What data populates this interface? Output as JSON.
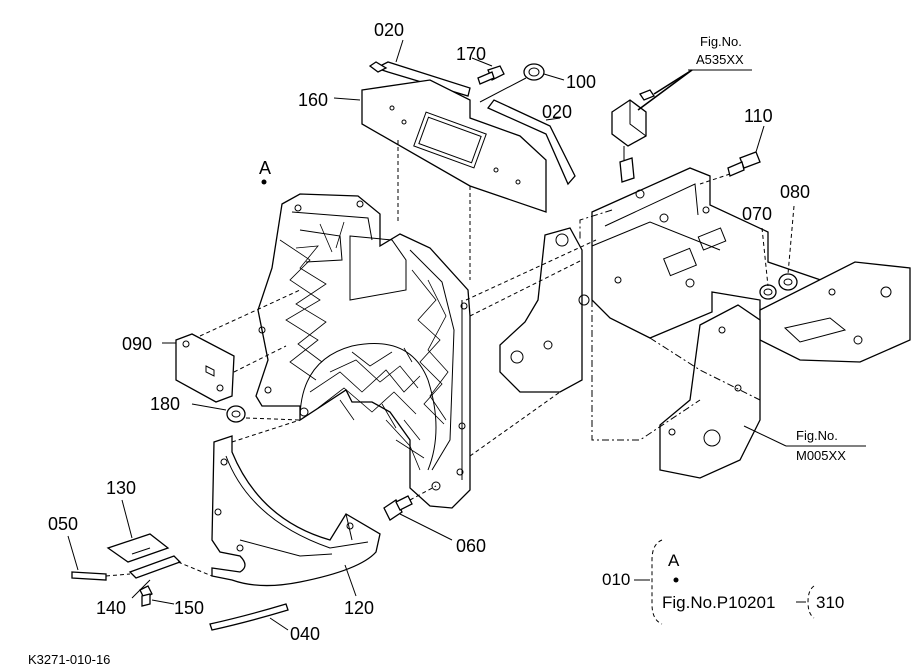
{
  "drawing_code": "K3271-010-16",
  "part_labels": [
    {
      "id": "020a",
      "text": "020"
    },
    {
      "id": "170",
      "text": "170"
    },
    {
      "id": "100",
      "text": "100"
    },
    {
      "id": "160",
      "text": "160"
    },
    {
      "id": "020b",
      "text": "020"
    },
    {
      "id": "110",
      "text": "110"
    },
    {
      "id": "080",
      "text": "080"
    },
    {
      "id": "070",
      "text": "070"
    },
    {
      "id": "090",
      "text": "090"
    },
    {
      "id": "180",
      "text": "180"
    },
    {
      "id": "130",
      "text": "130"
    },
    {
      "id": "050",
      "text": "050"
    },
    {
      "id": "060",
      "text": "060"
    },
    {
      "id": "140",
      "text": "140"
    },
    {
      "id": "150",
      "text": "150"
    },
    {
      "id": "120",
      "text": "120"
    },
    {
      "id": "040",
      "text": "040"
    }
  ],
  "point_marker": "A",
  "fig_refs": {
    "a535": {
      "line1": "Fig.No.",
      "line2": "A535XX"
    },
    "m005": {
      "line1": "Fig.No.",
      "line2": "M005XX"
    }
  },
  "legend": {
    "code": "010",
    "marker": "A",
    "figure": "Fig.No.P10201",
    "sub_code": "310"
  }
}
